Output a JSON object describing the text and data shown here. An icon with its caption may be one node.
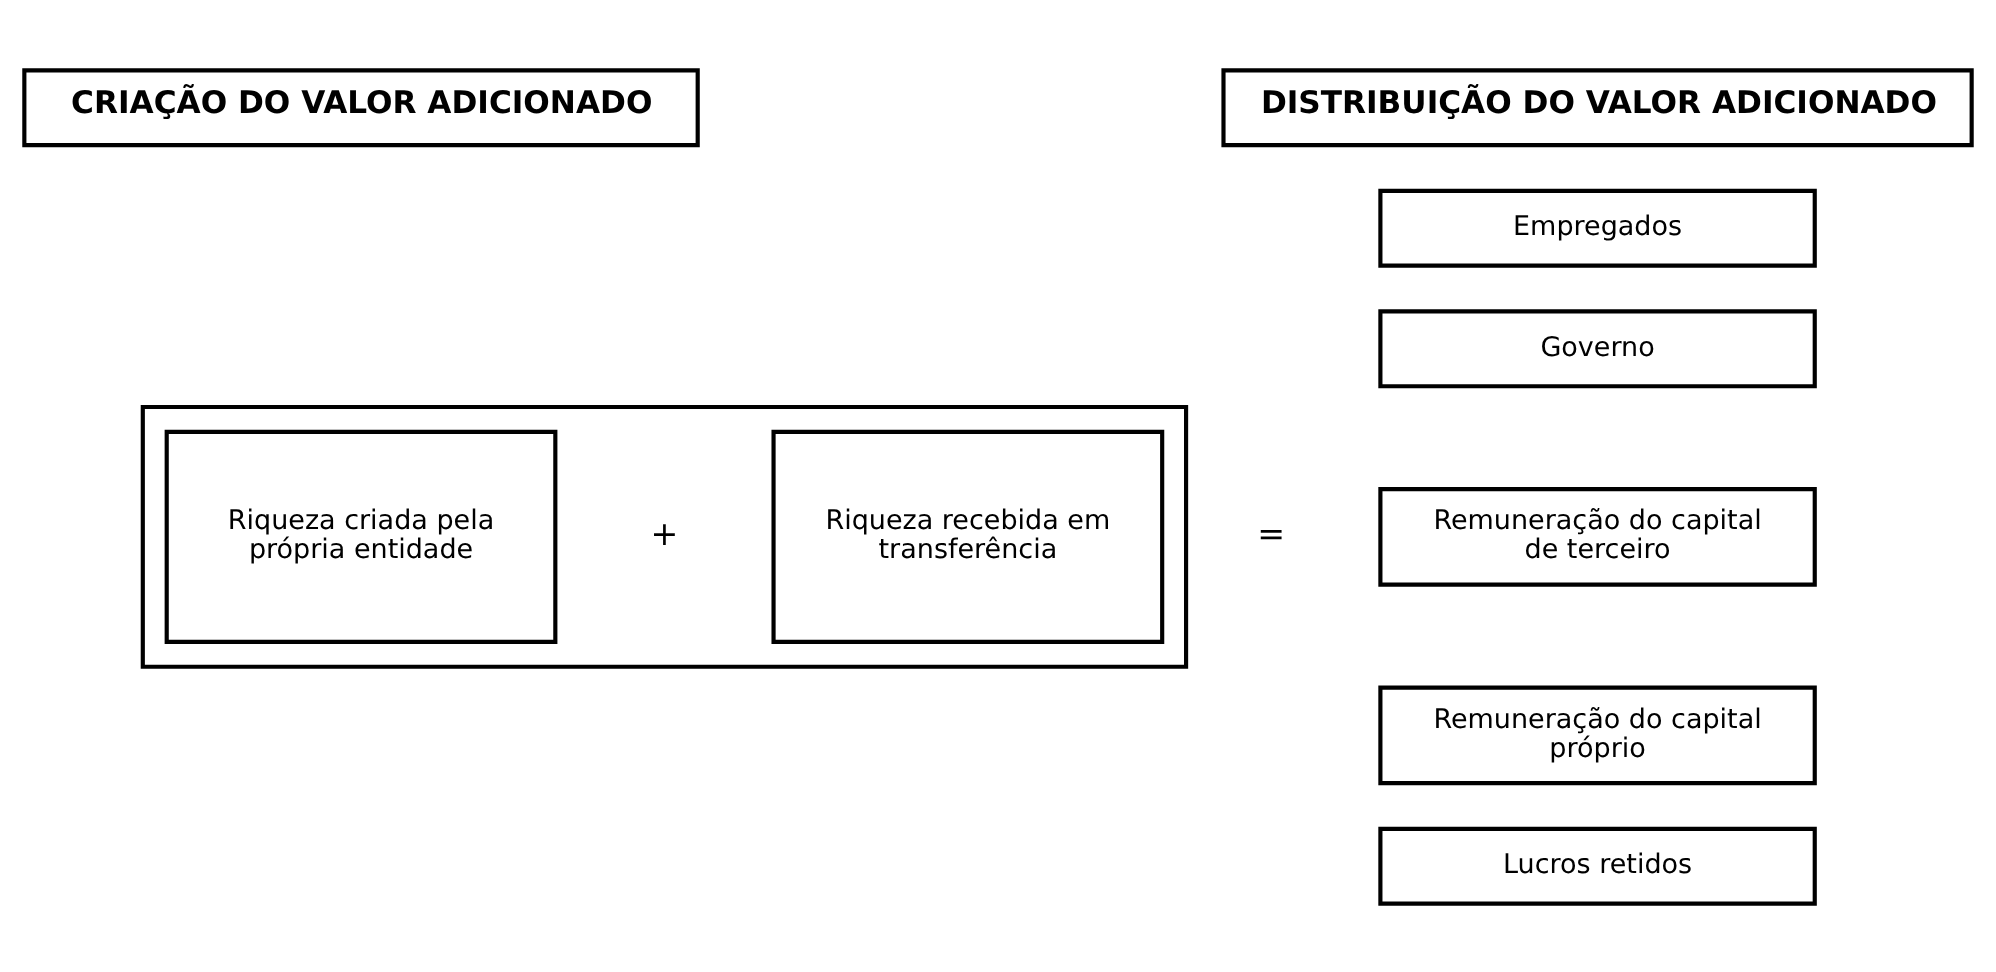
{
  "diagram": {
    "nodes": [
      {
        "text": [
          "CRIAÇÃO DO VALOR ADICIONADO"
        ]
      },
      {
        "text": [
          "DISTRIBUIÇÃO DO VALOR ADICIONADO"
        ]
      },
      {
        "text": [],
        "shape": "box"
      },
      {
        "text": [
          "Riqueza criada pela própria entidade"
        ],
        "in": 2
      },
      {
        "text": [
          "Riqueza recebida em transferência"
        ],
        "in": 2
      },
      {
        "text": [
          "Empregados"
        ]
      },
      {
        "text": [
          "Governo"
        ]
      },
      {
        "text": [
          "Remuneração do capital de terceiro"
        ]
      },
      {
        "text": [
          "Remuneração do capital próprio"
        ]
      },
      {
        "text": [
          "Lucros retidos"
        ]
      }
    ],
    "edges": [],
    "labels": [
      "+",
      "="
    ]
  }
}
